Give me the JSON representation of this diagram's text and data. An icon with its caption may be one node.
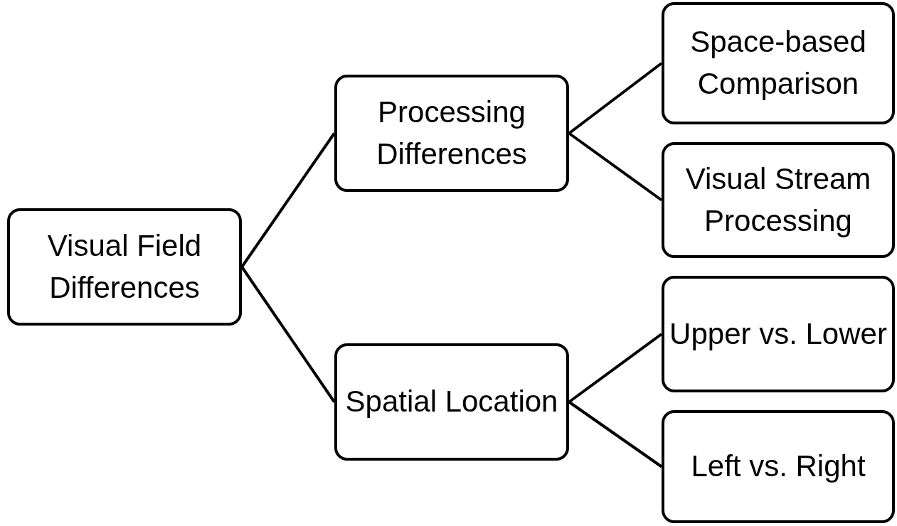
{
  "diagram": {
    "nodes": [
      {
        "text": [
          "Visual Field Differences"
        ]
      },
      {
        "text": [
          "Processing Differences"
        ]
      },
      {
        "text": [
          "Spatial Location"
        ]
      },
      {
        "text": [
          "Space-based Comparison"
        ]
      },
      {
        "text": [
          "Visual Stream Processing"
        ]
      },
      {
        "text": [
          "Upper vs. Lower"
        ]
      },
      {
        "text": [
          "Left vs. Right"
        ]
      }
    ],
    "edges": [
      {
        "from": 0,
        "to": 1,
        "arrow": "none"
      },
      {
        "from": 0,
        "to": 2,
        "arrow": "none"
      },
      {
        "from": 1,
        "to": 3,
        "arrow": "none"
      },
      {
        "from": 1,
        "to": 4,
        "arrow": "none"
      },
      {
        "from": 2,
        "to": 5,
        "arrow": "none"
      },
      {
        "from": 2,
        "to": 6,
        "arrow": "none"
      }
    ]
  }
}
